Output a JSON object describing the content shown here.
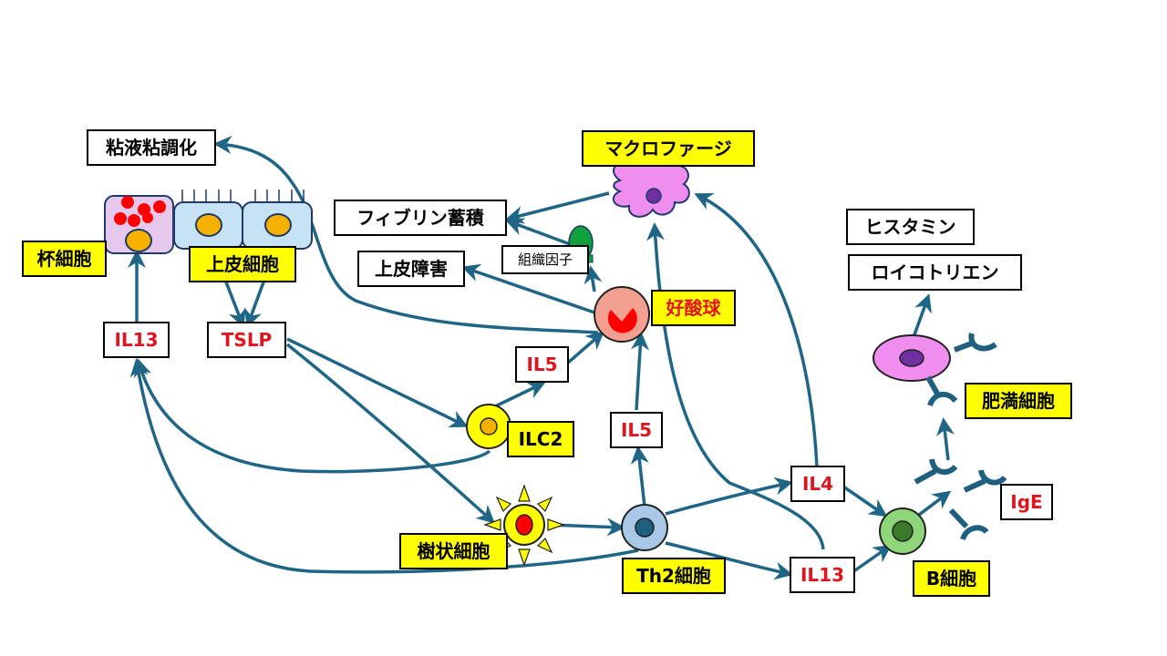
{
  "diagram": {
    "colors": {
      "arrow": "#1f6686",
      "cell_label_bg": "#ffff00",
      "cytokine_text": "#e0141e",
      "goblet_cell": "#e6c8ec",
      "epithelial_cell": "#c5e3f5",
      "nucleus_orange": "#f5b000",
      "macrophage": "#f08ef0",
      "macrophage_nucleus": "#7030a0",
      "eosinophil": "#f4a090",
      "eosinophil_granule": "#ff0000",
      "ilc2": "#ffff00",
      "dendritic": "#ffff00",
      "th2": "#a8c8e8",
      "th2_nucleus": "#1f5f80",
      "bcell": "#8fd67a",
      "bcell_nucleus": "#3a7a2a",
      "mast_cell": "#f08ef0",
      "mast_nucleus": "#7030a0",
      "tissue_factor": "#10a040"
    },
    "cells": {
      "goblet": "杯細胞",
      "epithelial": "上皮細胞",
      "macrophage": "マクロファージ",
      "eosinophil": "好酸球",
      "ilc2": "ILC2",
      "dendritic": "樹状細胞",
      "th2": "Th2細胞",
      "bcell": "B細胞",
      "mast": "肥満細胞"
    },
    "cytokines": {
      "il13_left": "IL13",
      "tslp": "TSLP",
      "il5_ilc2": "IL5",
      "il5_th2": "IL5",
      "il4": "IL4",
      "il13_right": "IL13",
      "ige": "IgE"
    },
    "effects": {
      "mucus": "粘液粘調化",
      "fibrin": "フィブリン蓄積",
      "epithelial_damage": "上皮障害",
      "tissue_factor": "組織因子",
      "histamine": "ヒスタミン",
      "leukotriene": "ロイコトリエン"
    },
    "edges": [
      {
        "from": "上皮細胞",
        "to": "TSLP"
      },
      {
        "from": "TSLP",
        "to": "ILC2"
      },
      {
        "from": "TSLP",
        "to": "樹状細胞"
      },
      {
        "from": "ILC2",
        "to": "IL5"
      },
      {
        "from": "ILC2",
        "to": "IL13"
      },
      {
        "from": "IL5",
        "to": "好酸球"
      },
      {
        "from": "樹状細胞",
        "to": "Th2細胞"
      },
      {
        "from": "Th2細胞",
        "to": "IL5"
      },
      {
        "from": "Th2細胞",
        "to": "IL4"
      },
      {
        "from": "Th2細胞",
        "to": "IL13"
      },
      {
        "from": "Th2細胞",
        "to": "IL13 (left)"
      },
      {
        "from": "IL13 (left)",
        "to": "杯細胞"
      },
      {
        "from": "IL4",
        "to": "B細胞"
      },
      {
        "from": "IL4",
        "to": "マクロファージ"
      },
      {
        "from": "IL13",
        "to": "B細胞"
      },
      {
        "from": "IL13",
        "to": "マクロファージ"
      },
      {
        "from": "B細胞",
        "to": "IgE"
      },
      {
        "from": "IgE",
        "to": "肥満細胞"
      },
      {
        "from": "肥満細胞",
        "to": "ヒスタミン・ロイコトリエン"
      },
      {
        "from": "好酸球",
        "to": "上皮障害"
      },
      {
        "from": "好酸球",
        "to": "組織因子"
      },
      {
        "from": "好酸球",
        "to": "粘液粘調化"
      },
      {
        "from": "組織因子",
        "to": "フィブリン蓄積"
      },
      {
        "from": "マクロファージ",
        "to": "フィブリン蓄積"
      }
    ]
  }
}
